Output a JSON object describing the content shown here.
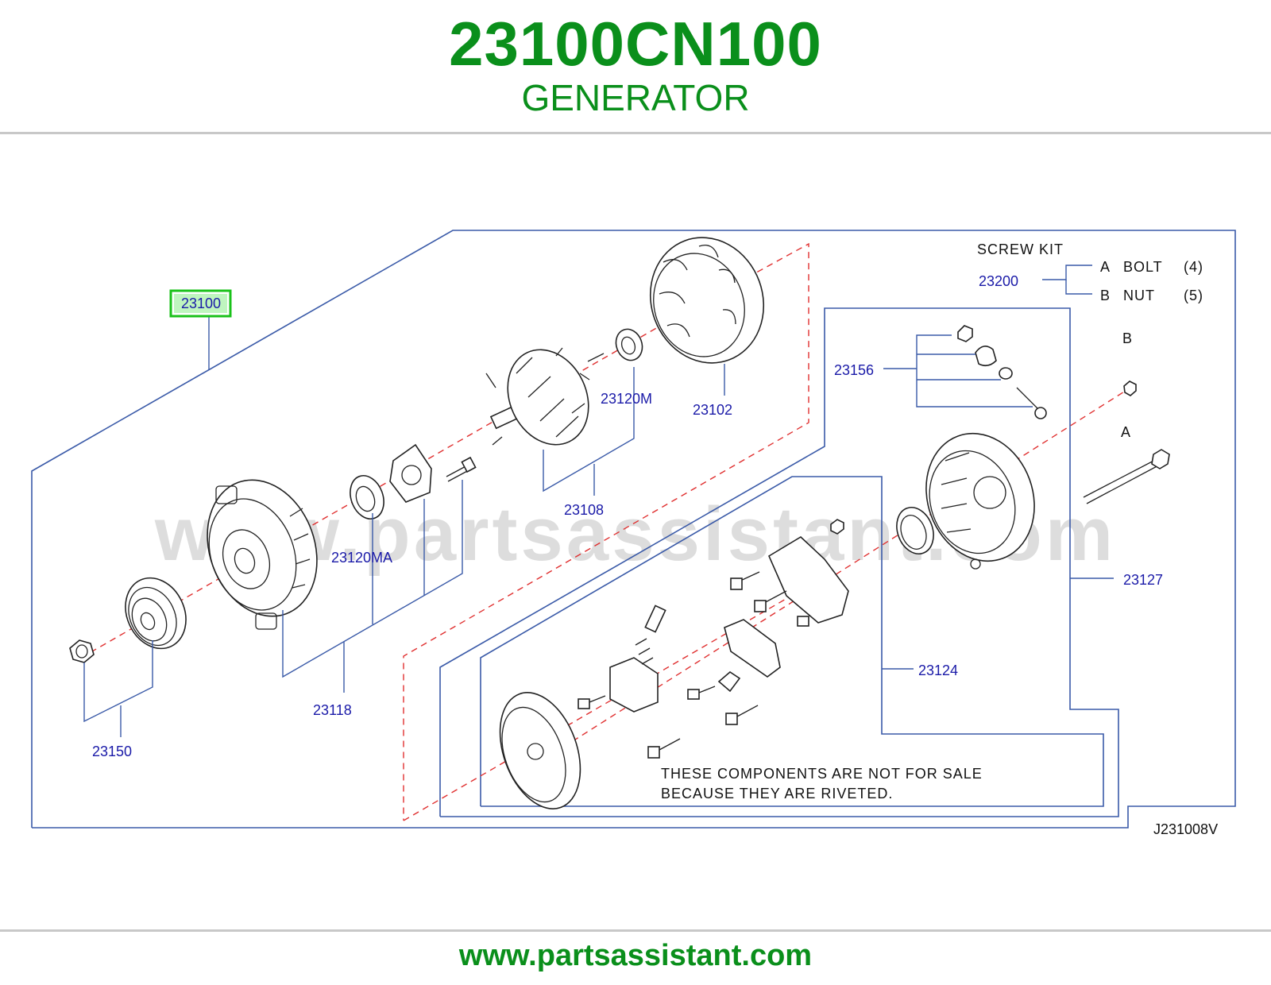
{
  "header": {
    "part_number": "23100CN100",
    "part_name": "GENERATOR"
  },
  "footer": {
    "url": "www.partsassistant.com"
  },
  "diagram": {
    "watermark": "www.partsassistant.com",
    "code": "J231008V",
    "highlighted_label": "23100",
    "part_labels": {
      "l23150": "23150",
      "l23118": "23118",
      "l23120ma": "23120MA",
      "l23108": "23108",
      "l23120m": "23120M",
      "l23102": "23102",
      "l23156": "23156",
      "l23127": "23127",
      "l23124": "23124",
      "l23200": "23200"
    },
    "screw_kit": {
      "title": "SCREW KIT",
      "items": [
        {
          "letter": "A",
          "name": "BOLT",
          "qty": "(4)"
        },
        {
          "letter": "B",
          "name": "NUT",
          "qty": "(5)"
        }
      ]
    },
    "marker_a": "A",
    "marker_b": "B",
    "note_line1": "THESE COMPONENTS ARE NOT FOR SALE",
    "note_line2": "BECAUSE THEY ARE RIVETED."
  },
  "colors": {
    "brand_green": "#0a8f1b",
    "label_blue": "#1a1aa8",
    "frame_blue": "#3a5aa8",
    "axis_red": "#e03030",
    "highlight_green": "#19c219"
  }
}
